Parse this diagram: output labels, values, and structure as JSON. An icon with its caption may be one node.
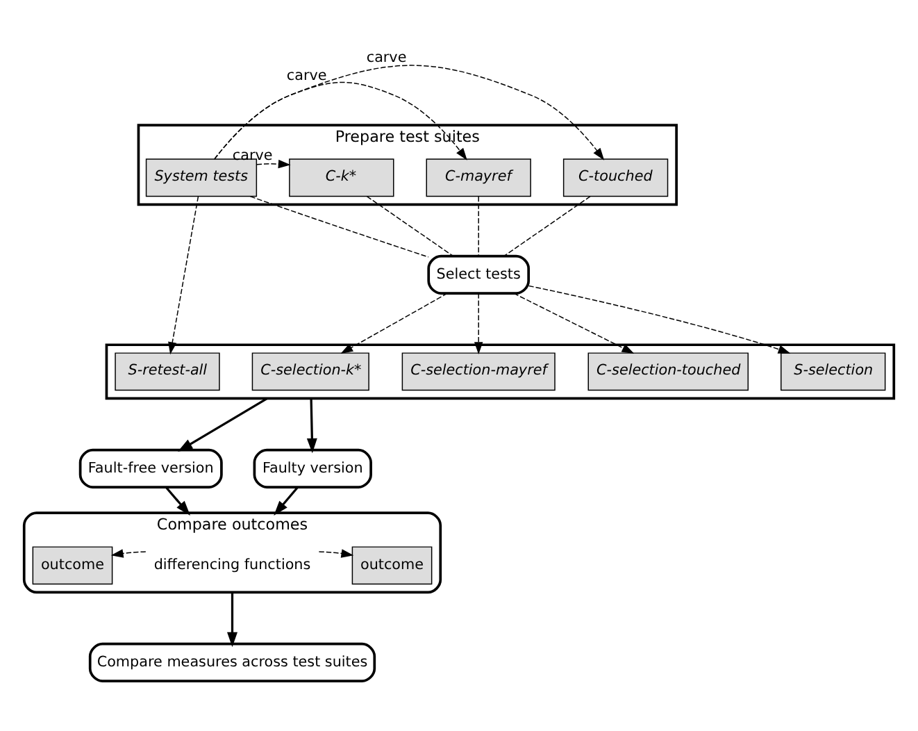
{
  "diagram": {
    "nodes": [
      {
        "text": [
          "Prepare test suites"
        ]
      },
      {
        "text": [
          "System tests"
        ],
        "in": 0
      },
      {
        "text": [
          "C-k*"
        ],
        "in": 0
      },
      {
        "text": [
          "C-mayref"
        ],
        "in": 0
      },
      {
        "text": [
          "C-touched"
        ],
        "in": 0
      },
      {
        "text": [
          "Select tests"
        ]
      },
      {
        "text": [],
        "shape": "box"
      },
      {
        "text": [
          "S-retest-all"
        ],
        "in": 6
      },
      {
        "text": [
          "S-selection"
        ],
        "in": 6
      },
      {
        "text": [
          "C-selection-k*"
        ],
        "in": 6
      },
      {
        "text": [
          "C-selection-mayref"
        ],
        "in": 6
      },
      {
        "text": [
          "C-selection-touched"
        ],
        "in": 6
      },
      {
        "text": [
          "Fault-free version"
        ]
      },
      {
        "text": [
          "Faulty version"
        ]
      },
      {
        "text": [
          "Compare outcomes"
        ]
      },
      {
        "text": [
          "outcome"
        ],
        "in": 14
      },
      {
        "text": [
          "differencing functions"
        ],
        "in": 14
      },
      {
        "text": [
          "outcome"
        ],
        "in": 14
      },
      {
        "text": [
          "Compare measures across test suites"
        ]
      }
    ],
    "edges": [
      {
        "from": 1,
        "to": 2,
        "arrow": "to",
        "label": "carve",
        "style": "dashed"
      },
      {
        "from": 1,
        "to": 3,
        "arrow": "to",
        "label": "carve",
        "style": "dashed"
      },
      {
        "from": 1,
        "to": 4,
        "arrow": "to",
        "label": "carve",
        "style": "dashed"
      },
      {
        "from": 1,
        "to": 7,
        "arrow": "to",
        "style": "dashed"
      },
      {
        "from": 1,
        "to": 5,
        "arrow": "none",
        "style": "dashed"
      },
      {
        "from": 2,
        "to": 5,
        "arrow": "none",
        "style": "dashed"
      },
      {
        "from": 3,
        "to": 5,
        "arrow": "none",
        "style": "dashed"
      },
      {
        "from": 4,
        "to": 5,
        "arrow": "none",
        "style": "dashed"
      },
      {
        "from": 5,
        "to": 8,
        "arrow": "to",
        "style": "dashed"
      },
      {
        "from": 5,
        "to": 9,
        "arrow": "to",
        "style": "dashed"
      },
      {
        "from": 5,
        "to": 10,
        "arrow": "to",
        "style": "dashed"
      },
      {
        "from": 5,
        "to": 11,
        "arrow": "to",
        "style": "dashed"
      },
      {
        "from": 6,
        "to": 12,
        "arrow": "to"
      },
      {
        "from": 6,
        "to": 13,
        "arrow": "to"
      },
      {
        "from": 12,
        "to": 14,
        "arrow": "to"
      },
      {
        "from": 13,
        "to": 14,
        "arrow": "to"
      },
      {
        "from": 16,
        "to": 15,
        "arrow": "to",
        "style": "dashed"
      },
      {
        "from": 16,
        "to": 17,
        "arrow": "to",
        "style": "dashed"
      },
      {
        "from": 14,
        "to": 18,
        "arrow": "to"
      }
    ]
  }
}
